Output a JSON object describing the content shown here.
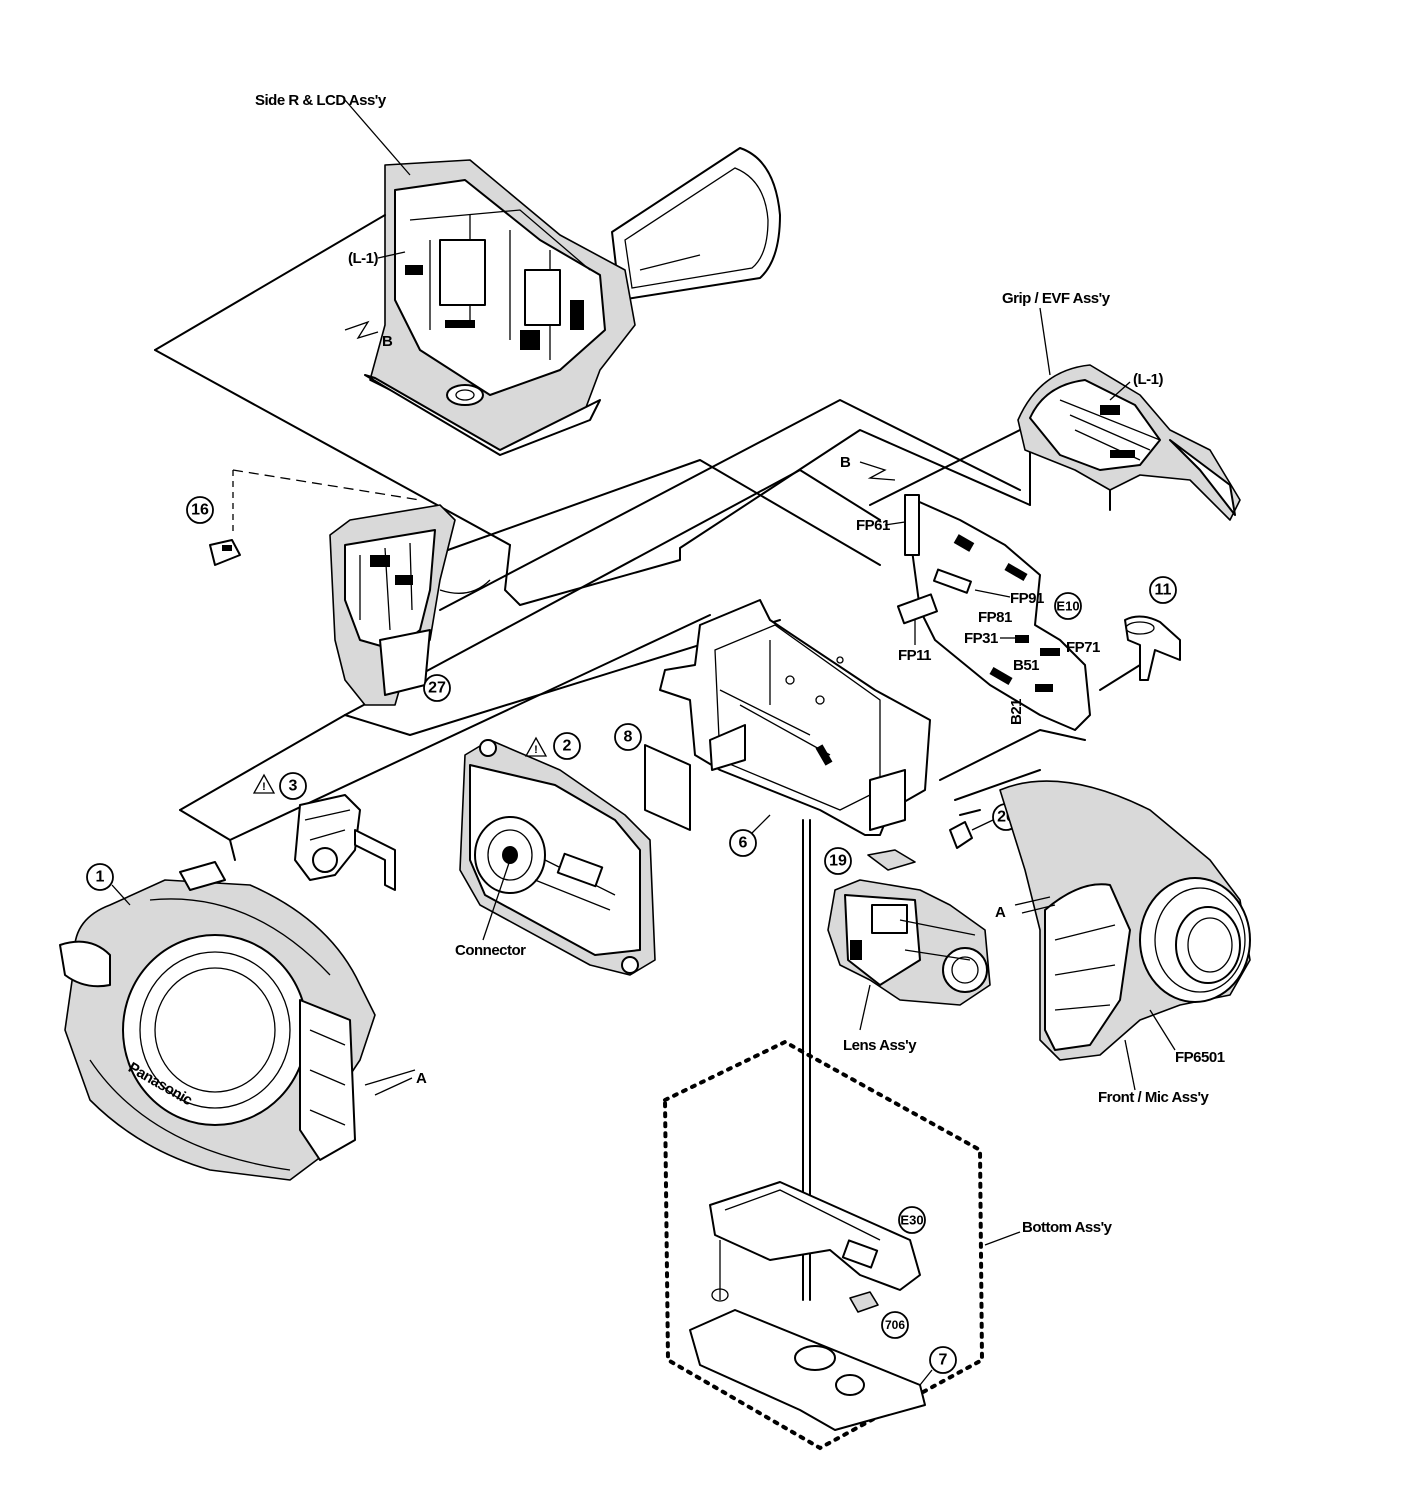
{
  "assemblies": {
    "side_r_lcd": "Side R & LCD Ass'y",
    "grip_evf": "Grip / EVF Ass'y",
    "lens": "Lens Ass'y",
    "front_mic": "Front / Mic Ass'y",
    "bottom": "Bottom Ass'y"
  },
  "part_numbers": {
    "p1": "1",
    "p2": "2",
    "p3": "3",
    "p6": "6",
    "p7": "7",
    "p8": "8",
    "p11": "11",
    "p16": "16",
    "p19": "19",
    "p26": "26",
    "p27": "27",
    "p706": "706"
  },
  "connector_labels": {
    "l1_left": "(L-1)",
    "l1_right": "(L-1)",
    "fp61": "FP61",
    "fp91": "FP91",
    "fp81": "FP81",
    "fp11": "FP11",
    "fp31": "FP31",
    "fp71": "FP71",
    "b51": "B51",
    "b21": "B21",
    "e10": "E10",
    "e30": "E30",
    "fp6501": "FP6501",
    "connector": "Connector"
  },
  "reference_marks": {
    "a1": "A",
    "a2": "A",
    "b1": "B",
    "b2": "B"
  },
  "warnings": {
    "w2": "!",
    "w3": "!"
  },
  "brand": "Panasonic"
}
